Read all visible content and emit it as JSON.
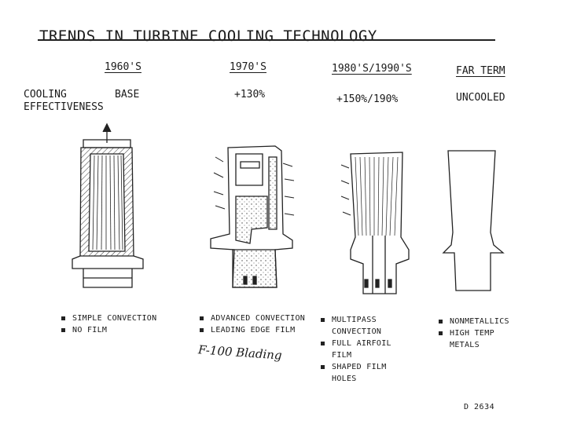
{
  "title": "TRENDS IN TURBINE COOLING TECHNOLOGY",
  "row_label": [
    "COOLING",
    "EFFECTIVENESS"
  ],
  "eras": [
    {
      "label": "1960'S",
      "effectiveness": "BASE",
      "features": [
        "SIMPLE CONVECTION",
        "NO FILM"
      ]
    },
    {
      "label": "1970'S",
      "effectiveness": "+130%",
      "features": [
        "ADVANCED CONVECTION",
        "LEADING EDGE FILM"
      ]
    },
    {
      "label": "1980'S/1990'S",
      "effectiveness": "+150%/190%",
      "features": [
        "MULTIPASS",
        "CONVECTION",
        "FULL AIRFOIL",
        "FILM",
        "SHAPED FILM",
        "HOLES"
      ]
    },
    {
      "label": "FAR TERM",
      "effectiveness": "UNCOOLED",
      "features": [
        "NONMETALLICS",
        "HIGH TEMP",
        "METALS"
      ]
    }
  ],
  "handwritten_note": "F-100 Blading",
  "doc_id": "D 2634"
}
